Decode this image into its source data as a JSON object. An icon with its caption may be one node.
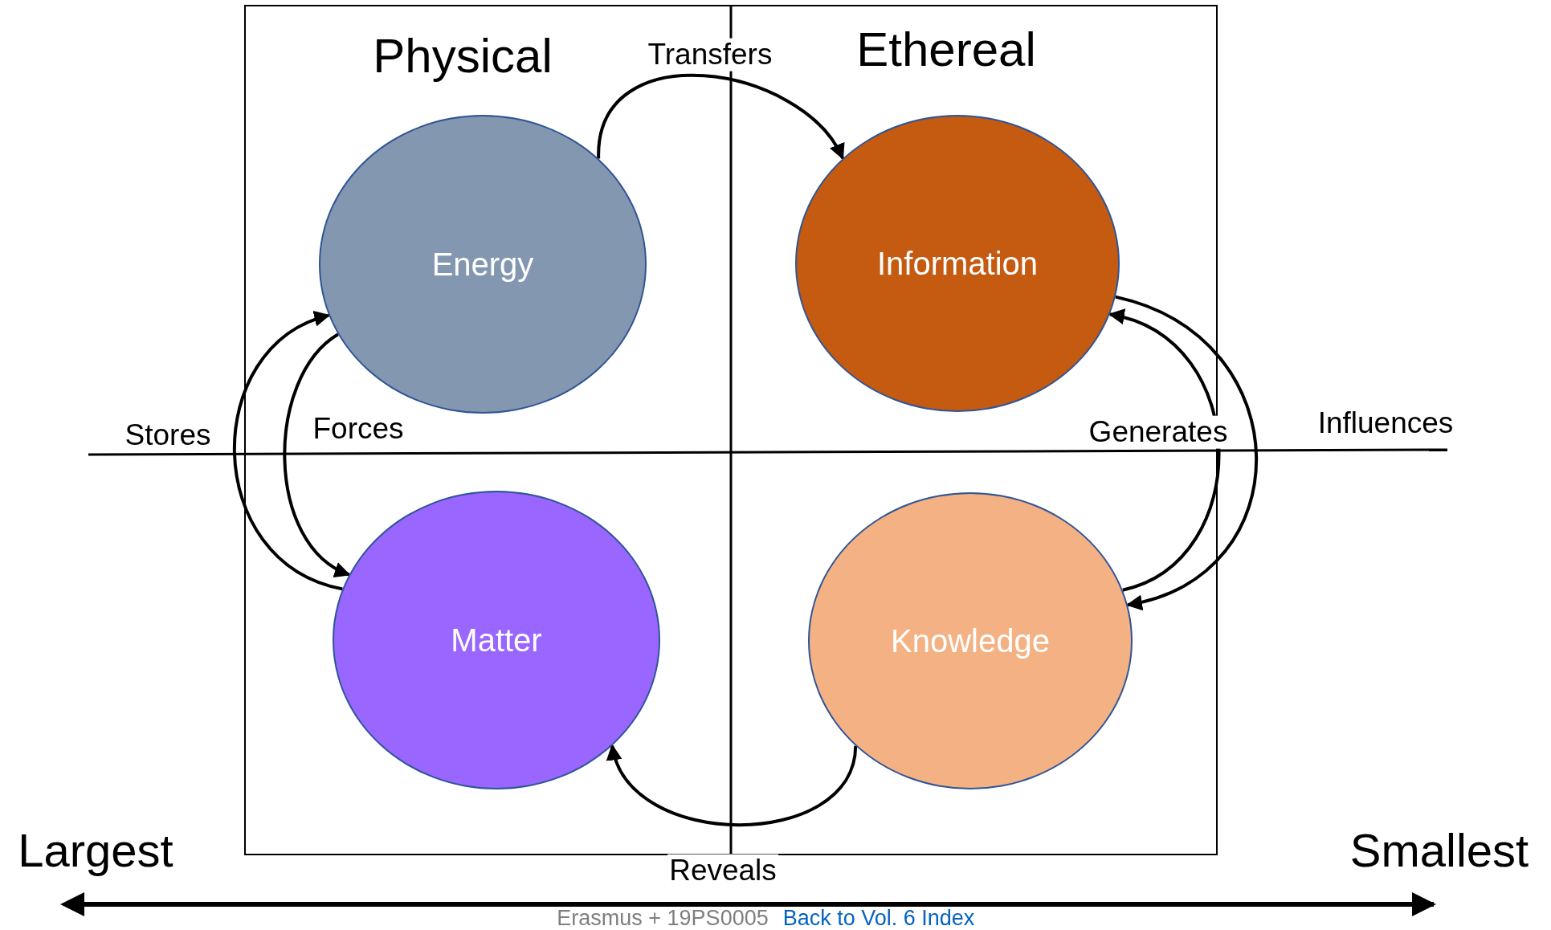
{
  "diagram": {
    "nodes": [
      {
        "text": [
          "Energy"
        ]
      },
      {
        "text": [
          "Information"
        ]
      },
      {
        "text": [
          "Matter"
        ]
      },
      {
        "text": [
          "Knowledge"
        ]
      }
    ],
    "edges": [
      {
        "from": 0,
        "to": 1,
        "arrow": "to",
        "label": "Transfers"
      },
      {
        "from": 2,
        "to": 0,
        "arrow": "to",
        "label": "Stores"
      },
      {
        "from": 0,
        "to": 2,
        "arrow": "to",
        "label": "Forces"
      },
      {
        "from": 3,
        "to": 1,
        "arrow": "to",
        "label": "Generates"
      },
      {
        "from": 1,
        "to": 3,
        "arrow": "to",
        "label": "Influences"
      },
      {
        "from": 3,
        "to": 2,
        "arrow": "to",
        "label": "Reveals"
      }
    ],
    "labels": [
      "Physical",
      "Ethereal",
      "Largest",
      "Smallest",
      "Erasmus + 19PS0005",
      "Back to Vol. 6 Index"
    ]
  }
}
